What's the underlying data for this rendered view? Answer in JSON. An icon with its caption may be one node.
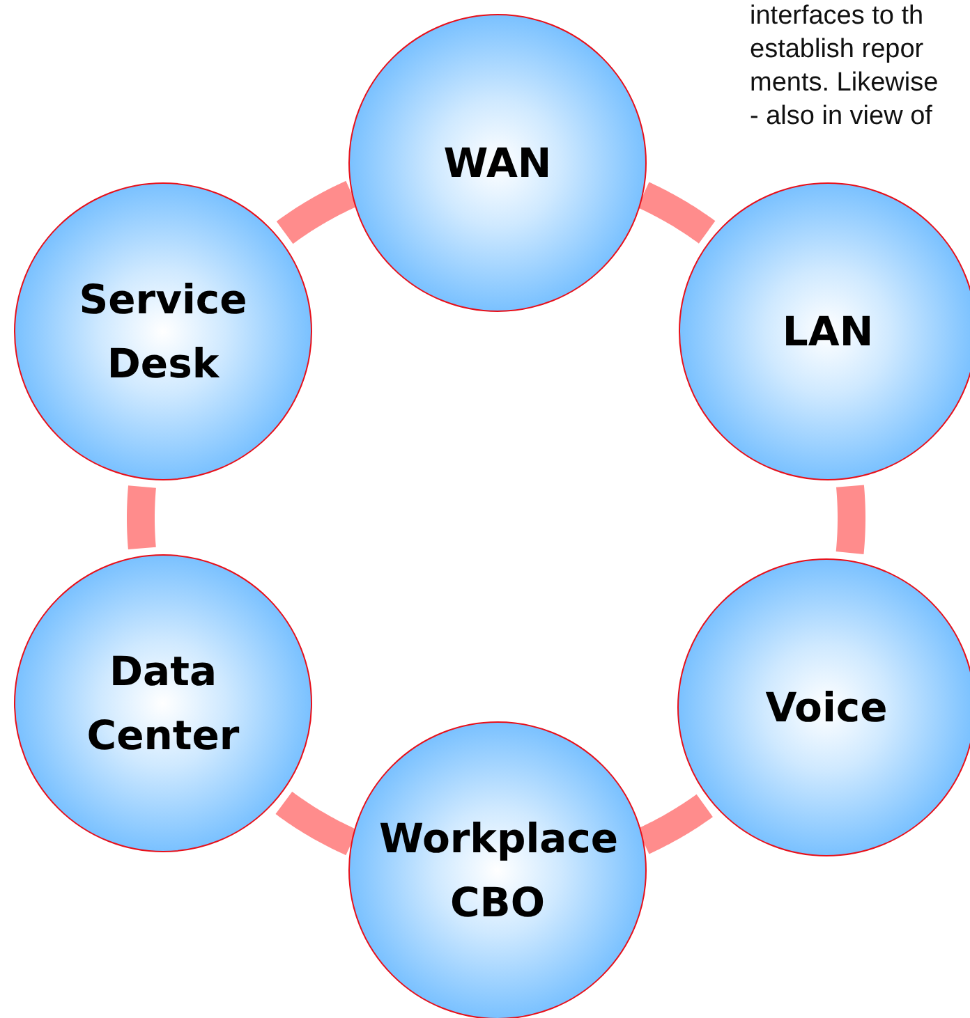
{
  "diagram": {
    "nodes": [
      {
        "text": [
          "WAN"
        ]
      },
      {
        "text": [
          "LAN"
        ]
      },
      {
        "text": [
          "Voice"
        ]
      },
      {
        "text": [
          "Workplace CBO"
        ]
      },
      {
        "text": [
          "Data Center"
        ]
      },
      {
        "text": [
          "Service Desk"
        ]
      }
    ],
    "edges": [
      {
        "from": 0,
        "to": 1,
        "arrow": "none"
      },
      {
        "from": 1,
        "to": 2,
        "arrow": "none"
      },
      {
        "from": 2,
        "to": 3,
        "arrow": "none"
      },
      {
        "from": 3,
        "to": 4,
        "arrow": "none"
      },
      {
        "from": 4,
        "to": 5,
        "arrow": "none"
      },
      {
        "from": 5,
        "to": 0,
        "arrow": "none"
      }
    ],
    "labels": [
      "interfaces to th",
      "establish repor",
      "ments. Likewise",
      "- also in view of"
    ]
  }
}
